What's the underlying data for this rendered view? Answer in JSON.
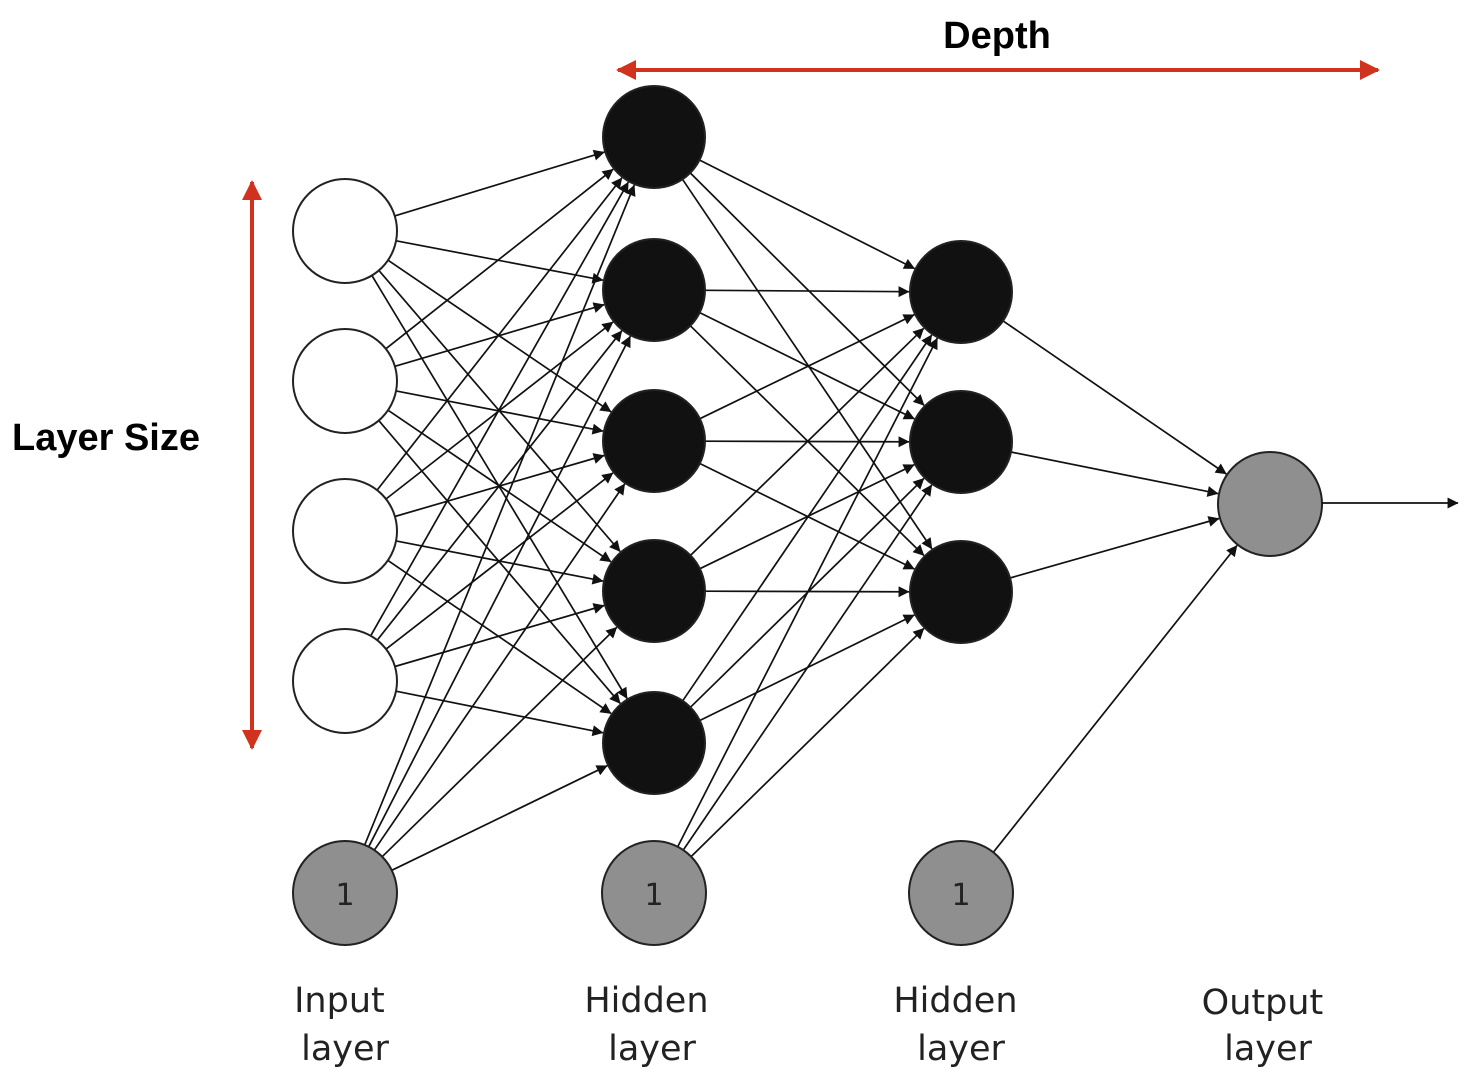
{
  "annotations": {
    "depth_label": "Depth",
    "layer_size_label": "Layer Size",
    "arrow_color": "#d1321e"
  },
  "bias_label": "1",
  "layer_labels": {
    "input": [
      "Input",
      "layer"
    ],
    "hidden1": [
      "Hidden",
      "layer"
    ],
    "hidden2": [
      "Hidden",
      "layer"
    ],
    "output": [
      "Output",
      "layer"
    ]
  },
  "layers": {
    "input": {
      "node_count": 4,
      "has_bias": true,
      "node_fill": "#ffffff"
    },
    "hidden1": {
      "node_count": 5,
      "has_bias": true,
      "node_fill": "#111111"
    },
    "hidden2": {
      "node_count": 3,
      "has_bias": true,
      "node_fill": "#111111"
    },
    "output": {
      "node_count": 1,
      "has_bias": false,
      "node_fill": "#8f8f8f"
    }
  },
  "colors": {
    "bias_fill": "#8f8f8f",
    "edge": "#111111",
    "node_stroke": "#222222"
  }
}
